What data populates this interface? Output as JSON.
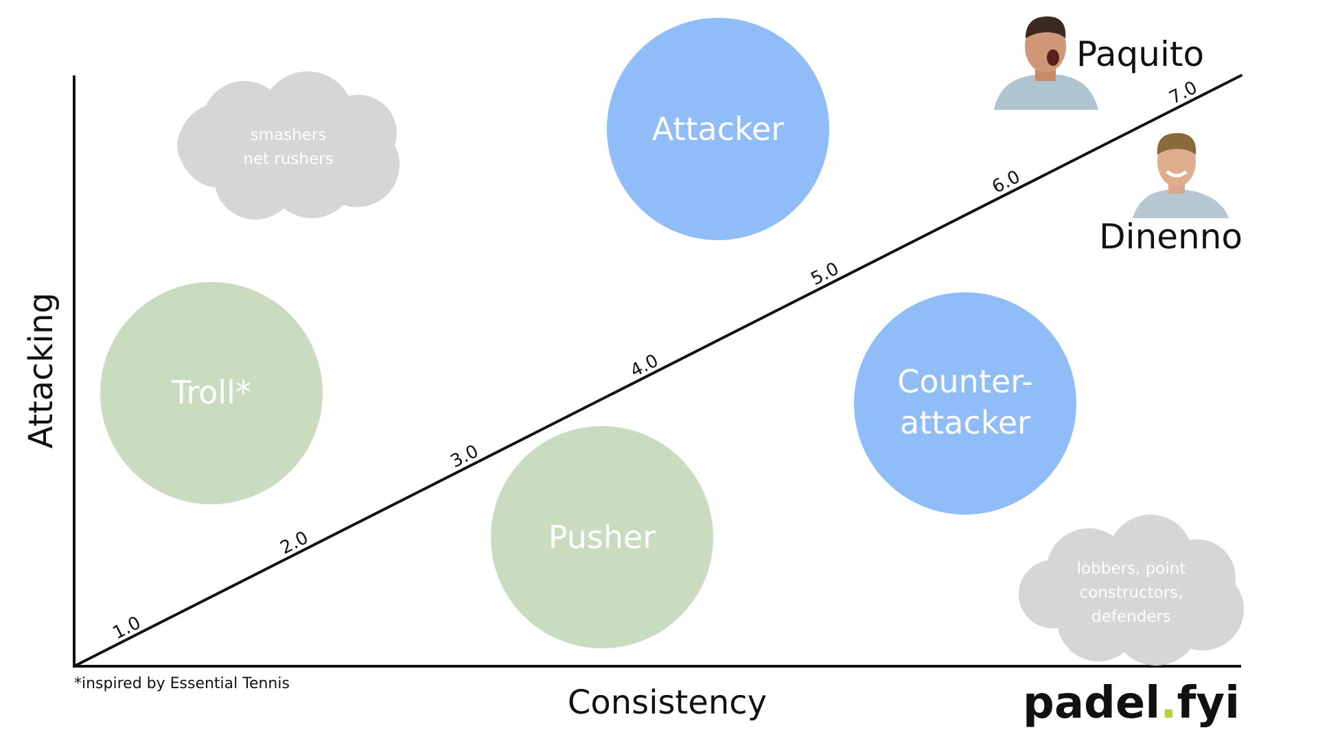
{
  "axes": {
    "x_label": "Consistency",
    "y_label": "Attacking"
  },
  "rating_ticks": [
    "1.0",
    "2.0",
    "3.0",
    "4.0",
    "5.0",
    "6.0",
    "7.0"
  ],
  "bubbles": {
    "attacker": {
      "label": "Attacker",
      "color": "#90bcf7"
    },
    "troll": {
      "label": "Troll*",
      "color": "#c9dcbf"
    },
    "pusher": {
      "label": "Pusher",
      "color": "#c9dcbf"
    },
    "counter_attacker": {
      "line1": "Counter-",
      "line2": "attacker",
      "color": "#90bcf7"
    }
  },
  "clouds": {
    "top": {
      "line1": "smashers",
      "line2": "net rushers",
      "color": "#d6d6d6"
    },
    "bottom": {
      "line1": "lobbers, point",
      "line2": "constructors,",
      "line3": "defenders",
      "color": "#d6d6d6"
    }
  },
  "players": {
    "paquito": {
      "name": "Paquito"
    },
    "dinenno": {
      "name": "Dinenno"
    }
  },
  "footnote": "*inspired by Essential Tennis",
  "brand": {
    "left": "padel",
    "dot": ".",
    "right": "fyi",
    "dot_color": "#b5d334"
  }
}
